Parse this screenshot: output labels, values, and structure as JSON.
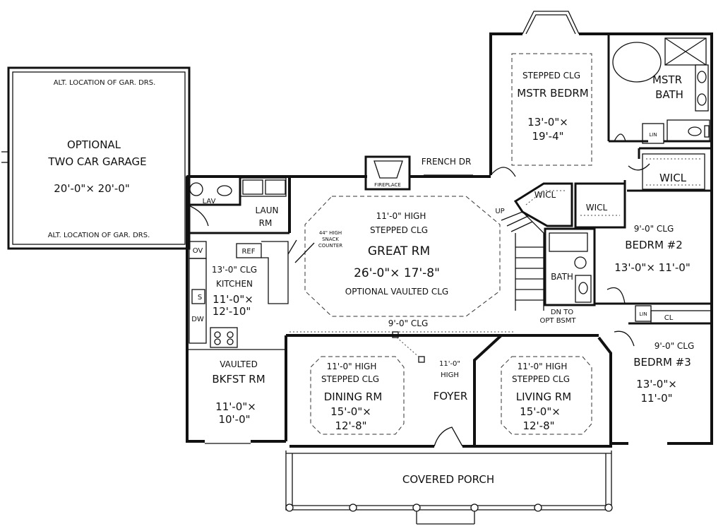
{
  "garage": {
    "alt_top": "ALT. LOCATION OF GAR. DRS.",
    "line1": "OPTIONAL",
    "line2": "TWO CAR GARAGE",
    "dims": "20'-0\"× 20'-0\"",
    "alt_bottom": "ALT. LOCATION OF GAR. DRS."
  },
  "master_bedroom": {
    "ceiling": "STEPPED CLG",
    "name": "MSTR BEDRM",
    "dims1": "13'-0\"×",
    "dims2": "19'-4\""
  },
  "master_bath": {
    "name1": "MSTR",
    "name2": "BATH",
    "lin": "LIN"
  },
  "wicl_master": "WICL",
  "wicl_a": "WICL",
  "wicl_b": "WICL",
  "french_door": "FRENCH DR",
  "fireplace": "FIREPLACE",
  "lav": "LAV",
  "laundry": {
    "name1": "LAUN",
    "name2": "RM"
  },
  "great_room": {
    "height": "11'-0\" HIGH",
    "ceiling": "STEPPED CLG",
    "name": "GREAT RM",
    "dims": "26'-0\"× 17'-8\"",
    "optional": "OPTIONAL VAULTED CLG"
  },
  "snack_counter": {
    "l1": "44\" HIGH",
    "l2": "SNACK",
    "l3": "COUNTER"
  },
  "kitchen": {
    "ceiling": "13'-0\" CLG",
    "name": "KITCHEN",
    "dims1": "11'-0\"×",
    "dims2": "12'-10\"",
    "ref": "REF",
    "ov": "OV",
    "dw": "DW",
    "s": "S"
  },
  "stairs": {
    "up": "UP",
    "dn1": "DN TO",
    "dn2": "OPT BSMT"
  },
  "bath": {
    "name": "BATH"
  },
  "bedroom2": {
    "ceiling": "9'-0\" CLG",
    "name": "BEDRM #2",
    "dims": "13'-0\"× 11'-0\""
  },
  "bedroom3": {
    "ceiling": "9'-0\" CLG",
    "name": "BEDRM #3",
    "dims1": "13'-0\"×",
    "dims2": "11'-0\"",
    "lin": "LIN",
    "cl": "CL"
  },
  "hall_ceiling": "9'-0\" CLG",
  "breakfast": {
    "vaulted": "VAULTED",
    "name": "BKFST RM",
    "dims1": "11'-0\"×",
    "dims2": "10'-0\""
  },
  "dining": {
    "height": "11'-0\" HIGH",
    "ceiling": "STEPPED CLG",
    "name": "DINING RM",
    "dims1": "15'-0\"×",
    "dims2": "12'-8\""
  },
  "foyer": {
    "height1": "11'-0\"",
    "height2": "HIGH",
    "name": "FOYER"
  },
  "living": {
    "height": "11'-0\" HIGH",
    "ceiling": "STEPPED CLG",
    "name": "LIVING RM",
    "dims1": "15'-0\"×",
    "dims2": "12'-8\""
  },
  "porch": {
    "name": "COVERED PORCH"
  }
}
